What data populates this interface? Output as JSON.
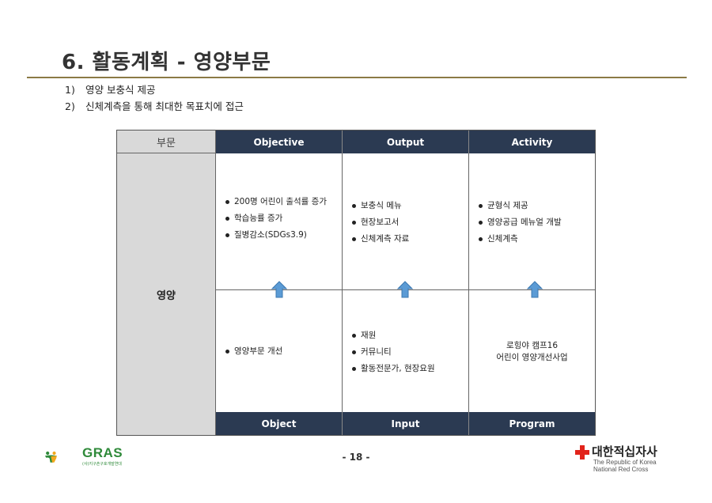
{
  "title": "6. 활동계획 - 영양부문",
  "subtitles": [
    {
      "num": "1)",
      "text": "영양 보충식 제공"
    },
    {
      "num": "2)",
      "text": "신체계측을 통해 최대한 목표치에 접근"
    }
  ],
  "table": {
    "corner_label": "부문",
    "row_label": "영양",
    "top_headers": [
      "Objective",
      "Output",
      "Activity"
    ],
    "bottom_headers": [
      "Object",
      "Input",
      "Program"
    ],
    "upper_cells": [
      [
        "200명 어린이 출석률 증가",
        "학습능률 증가",
        "질병감소(SDGs3.9)"
      ],
      [
        "보충식 메뉴",
        "현장보고서",
        "신체계측 자료"
      ],
      [
        "균형식 제공",
        "영양공급 메뉴얼 개발",
        "신체계측"
      ]
    ],
    "lower_cells": {
      "object": [
        "영양부문 개선"
      ],
      "input": [
        "재원",
        "커뮤니티",
        "활동전문가, 현장요원"
      ],
      "program": [
        "로힝야 캠프16",
        "어린이 영양개선사업"
      ]
    }
  },
  "footer": {
    "page": "- 18 -",
    "gras_logo": "GRAS",
    "gras_org": "(사)지구촌구호개발연대",
    "rc_name": "대한적십자사",
    "rc_en_line1": "The Republic of Korea",
    "rc_en_line2": "National Red Cross"
  },
  "colors": {
    "header_bg": "#2b3a52",
    "label_bg": "#d9d9d9",
    "arrow": "#5b9bd5",
    "title_rule": "#8b7a45",
    "gras_green": "#2f8a3a",
    "red_cross": "#e2231a"
  }
}
